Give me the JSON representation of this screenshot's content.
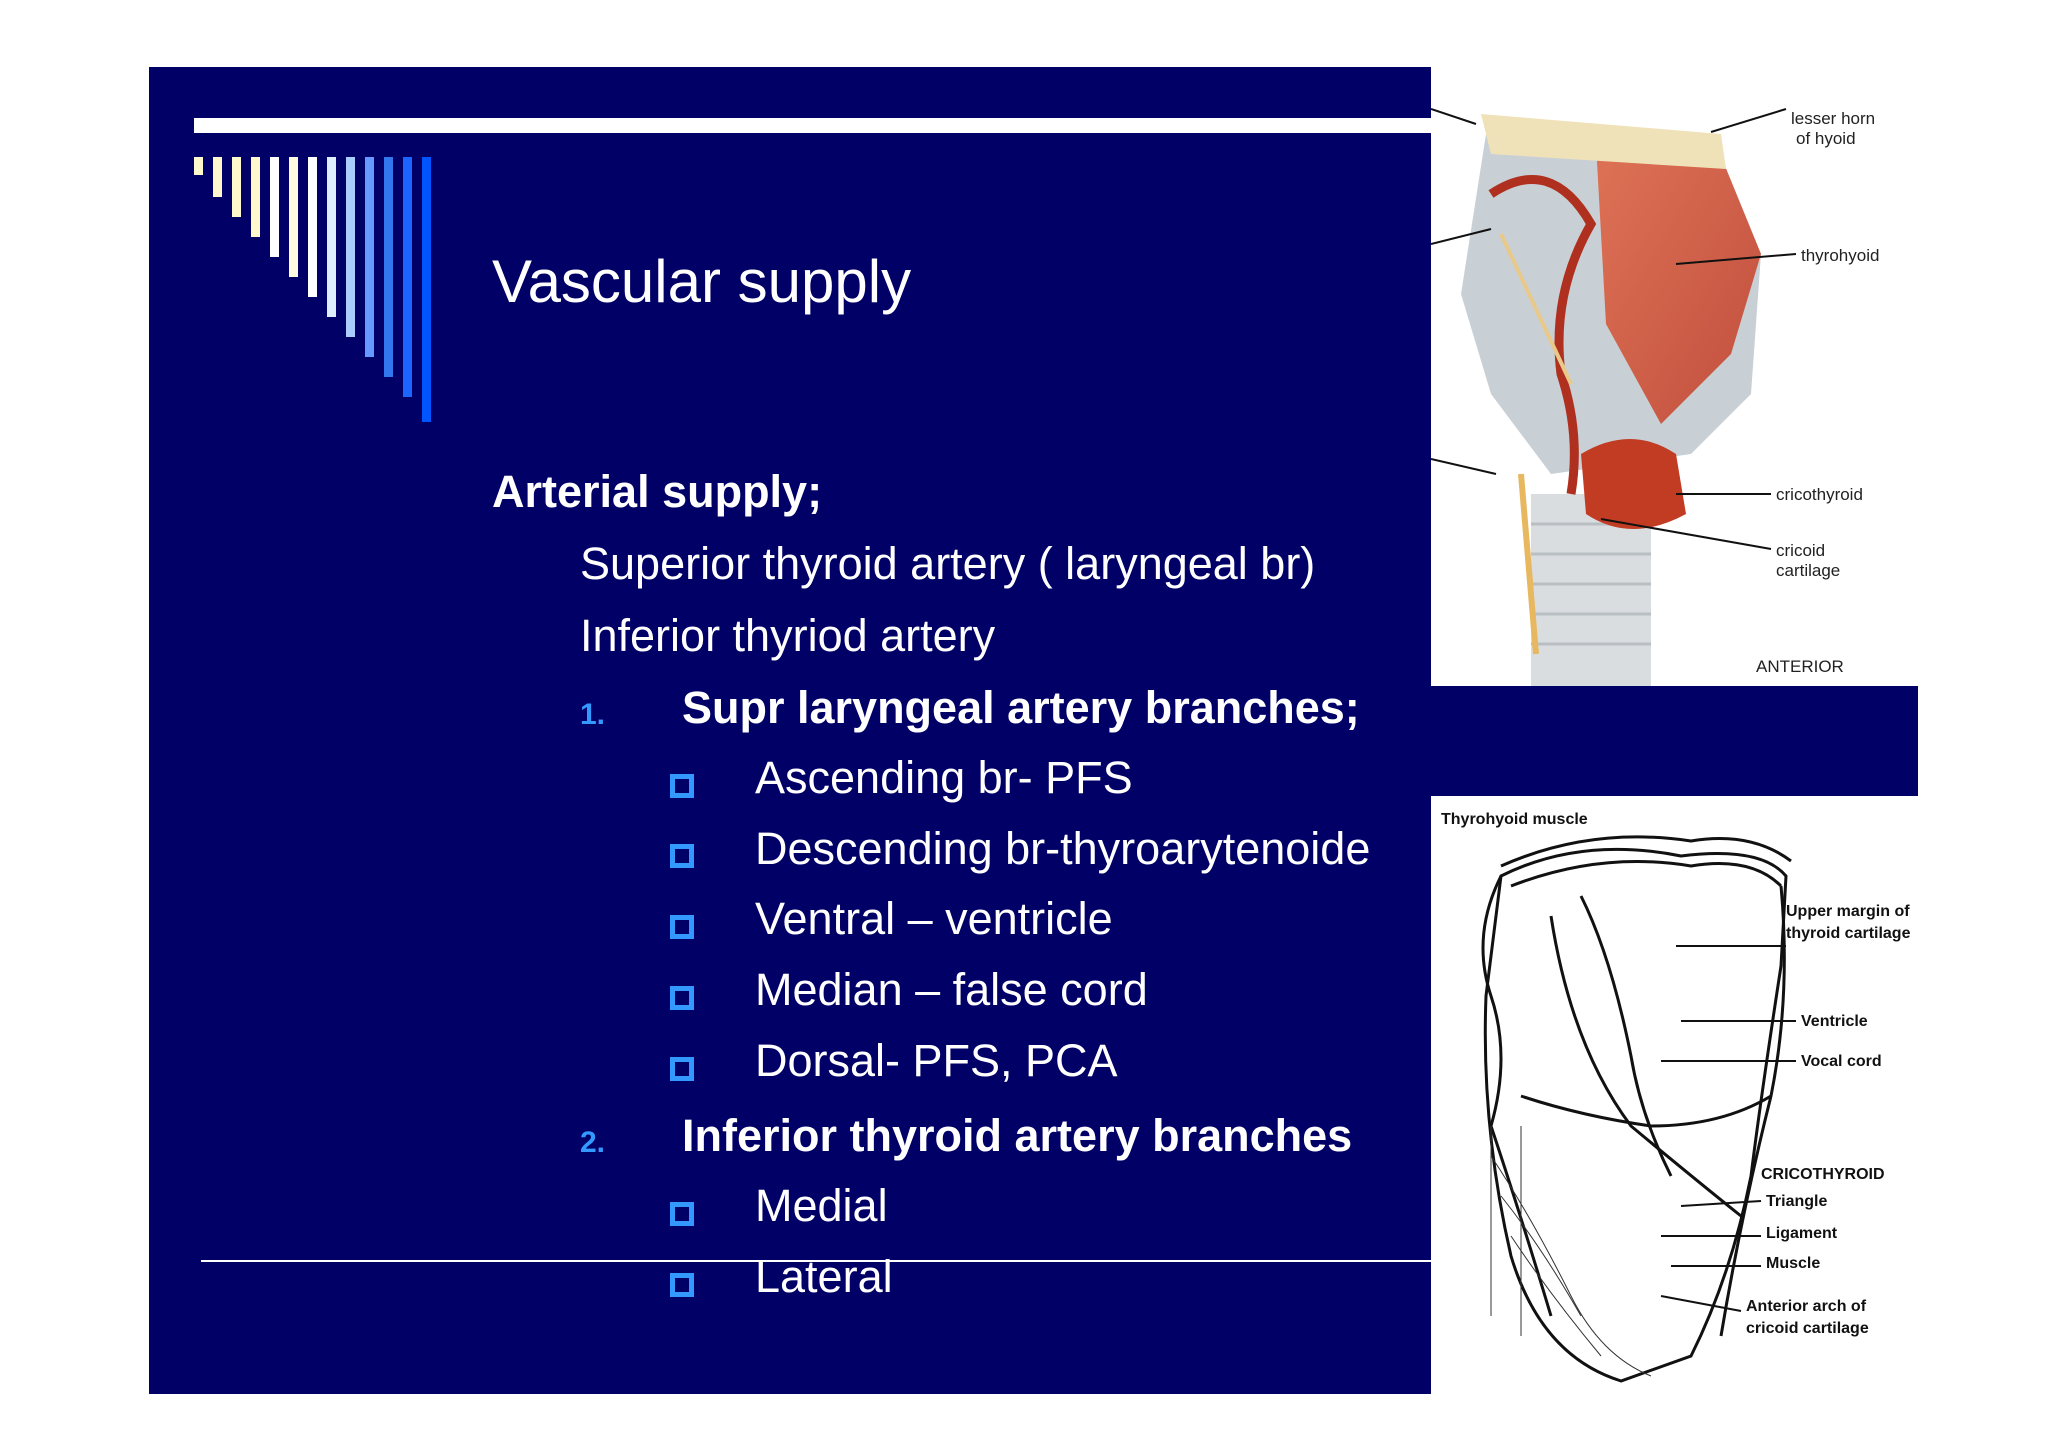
{
  "slide": {
    "title": "Vascular supply",
    "heading": "Arterial supply;",
    "sub_items": [
      "Superior thyroid artery ( laryngeal br)",
      "Inferior thyriod artery"
    ],
    "sections": [
      {
        "number": "1.",
        "title": "Supr laryngeal artery branches;",
        "items": [
          "Ascending br- PFS",
          "Descending br-thyroarytenoide",
          "Ventral – ventricle",
          "Median – false cord",
          "Dorsal- PFS, PCA"
        ]
      },
      {
        "number": "2.",
        "title": "Inferior thyroid artery branches",
        "items": [
          "Medial",
          "Lateral"
        ]
      }
    ],
    "colors": {
      "background": "#000066",
      "accent": "#3399ff",
      "text": "#ffffff"
    }
  },
  "image_top": {
    "labels": [
      "lesser horn",
      "of hyoid",
      "thyrohyoid",
      "cricothyroid",
      "cricoid",
      "cartilage",
      "ANTERIOR"
    ]
  },
  "image_bottom": {
    "labels": [
      "Thyrohyoid muscle",
      "Upper margin of",
      "thyroid cartilage",
      "Ventricle",
      "Vocal cord",
      "CRICOTHYROID",
      "Triangle",
      "Ligament",
      "Muscle",
      "Anterior arch of",
      "cricoid cartilage"
    ]
  }
}
